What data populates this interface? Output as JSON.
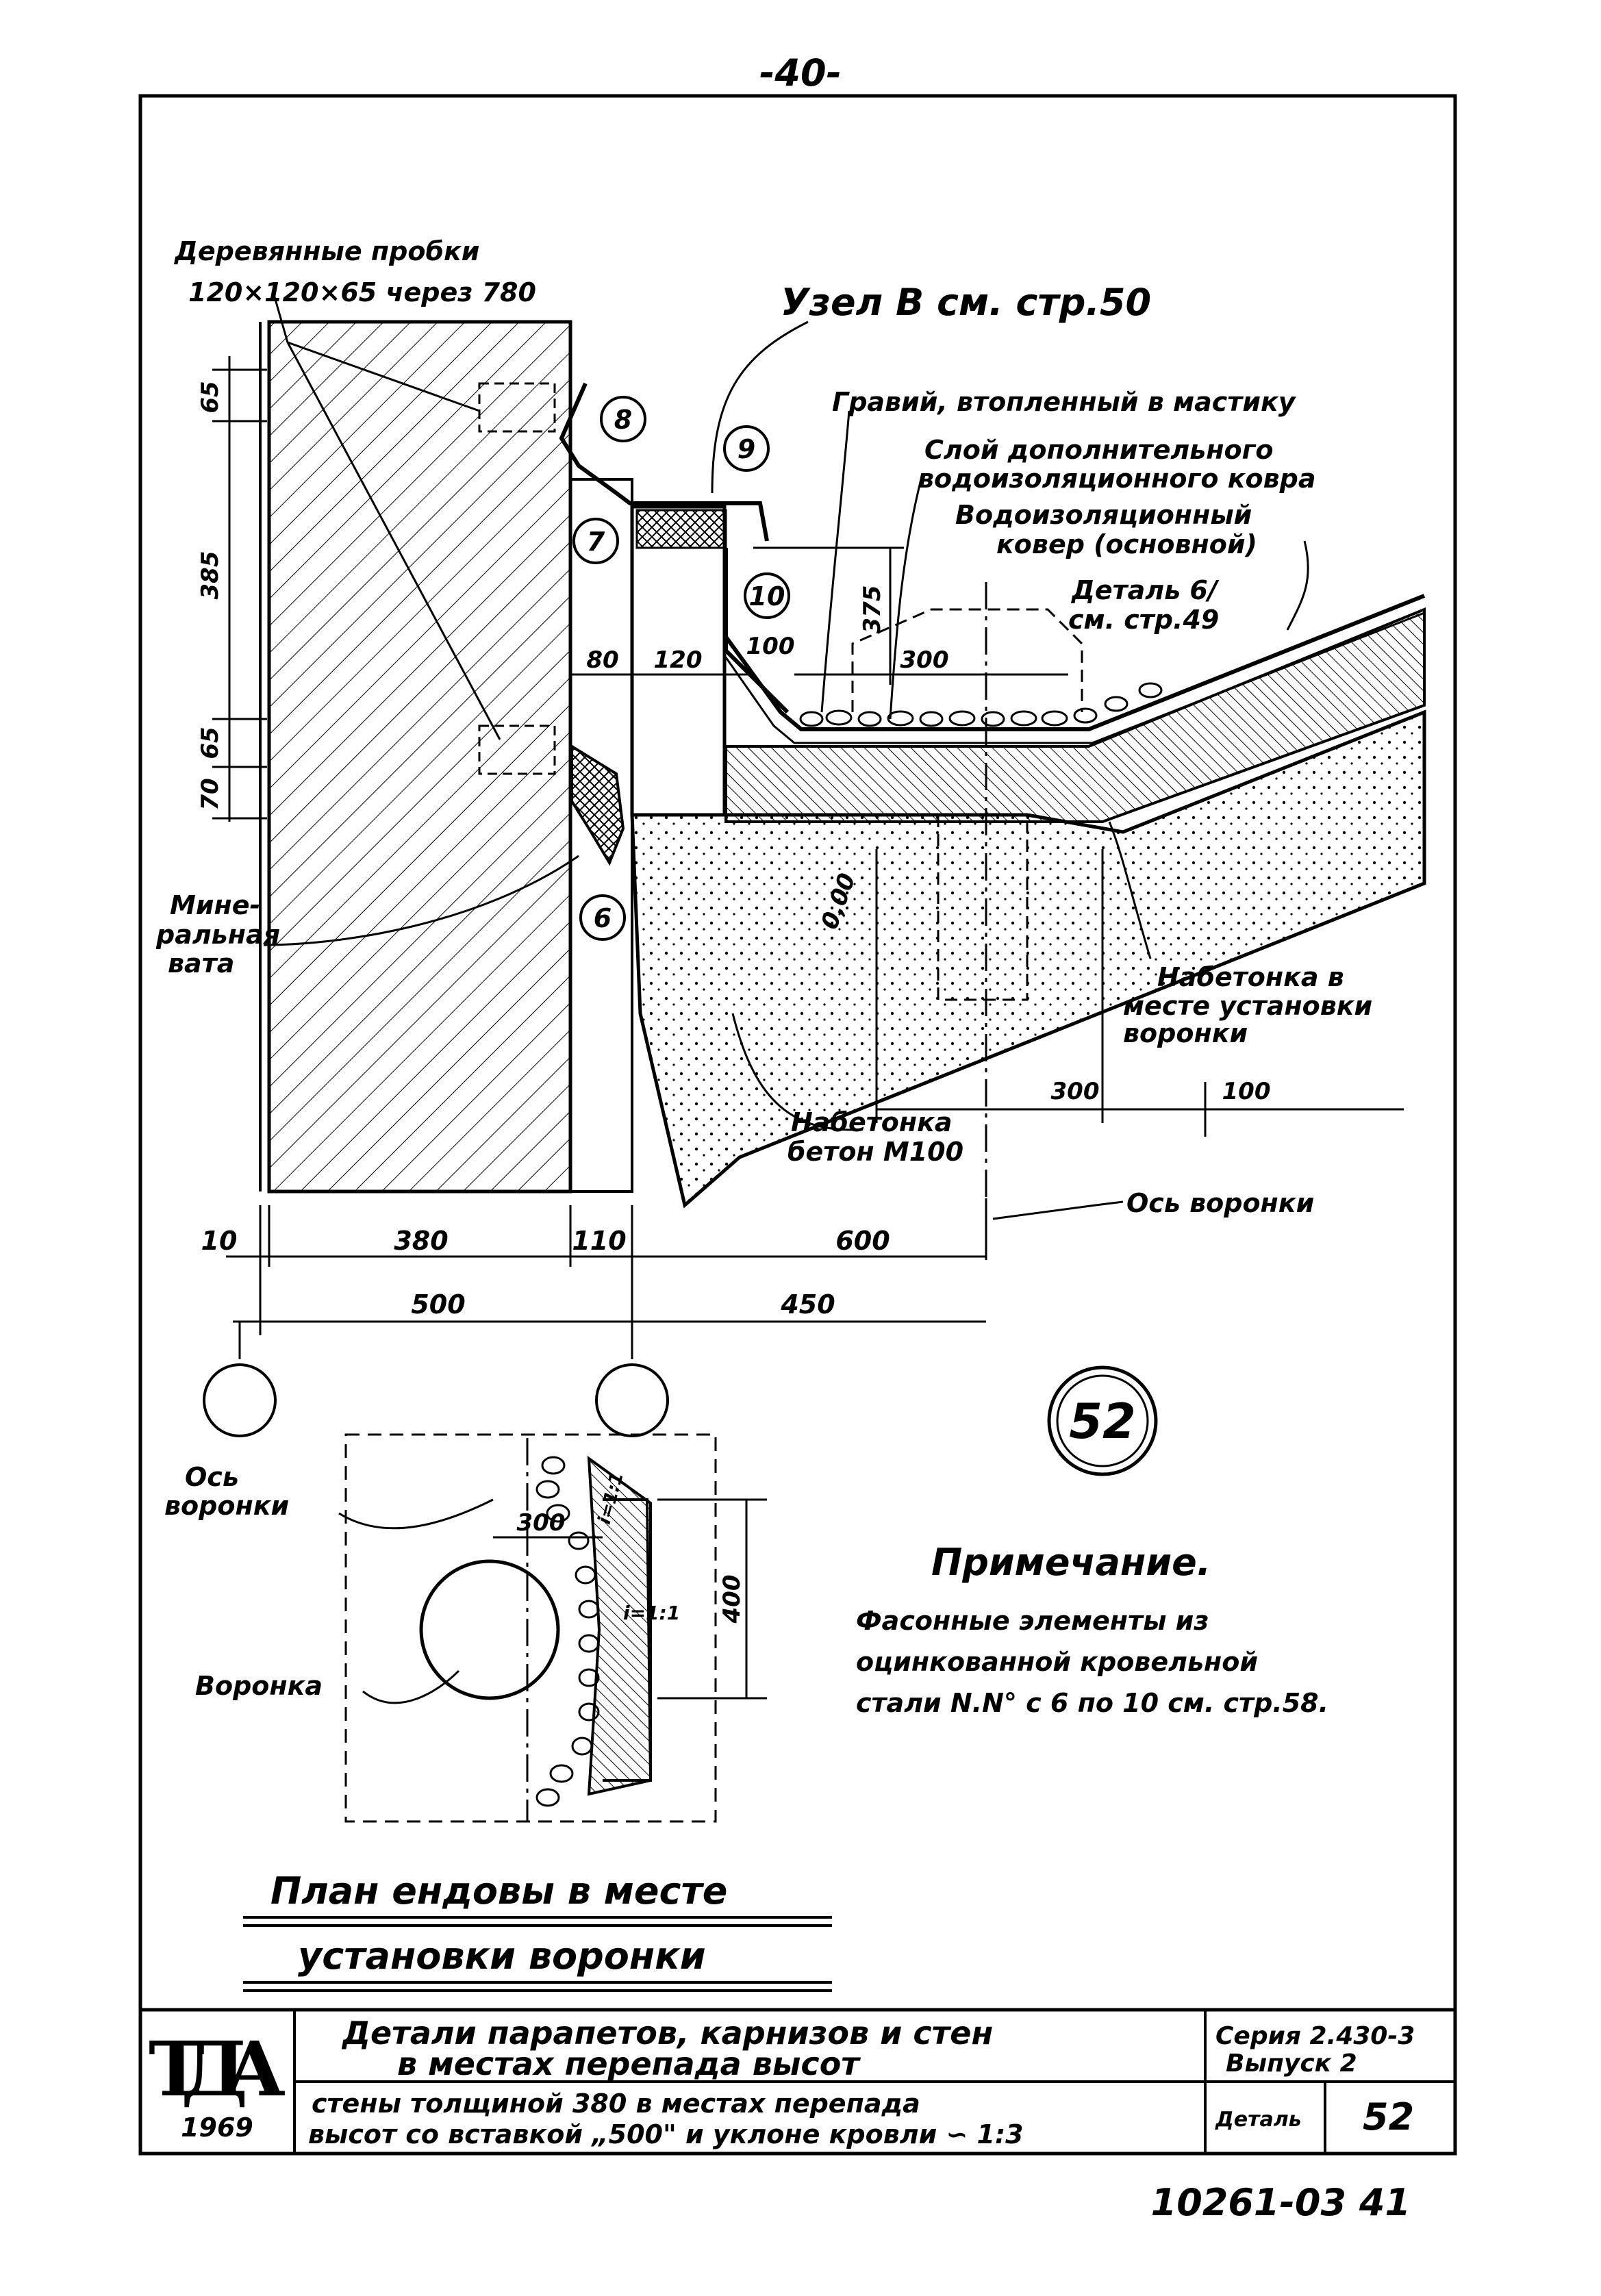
{
  "page_number": "-40-",
  "labels": {
    "wood_plugs_line1": "Деревянные пробки",
    "wood_plugs_line2": "120×120×65 через 780",
    "node_b": "Узел В см. стр.50",
    "gravel": "Гравий, втопленный в мастику",
    "extra_layer_line1": "Слой дополнительного",
    "extra_layer_line2": "водоизоляционного ковра",
    "main_carpet_line1": "Водоизоляционный",
    "main_carpet_line2": "ковер (основной)",
    "detail6_line1": "Деталь 6/",
    "detail6_line2": "см. стр.49",
    "mineral_wool_line1": "Мине-",
    "mineral_wool_line2": "ральная",
    "mineral_wool_line3": "вата",
    "concrete_funnel_line1": "Набетонка в",
    "concrete_funnel_line2": "месте установки",
    "concrete_funnel_line3": "воронки",
    "concrete_m100_line1": "Набетонка",
    "concrete_m100_line2": "бетон М100",
    "funnel_axis": "Ось воронки",
    "plan_axis_line1": "Ось",
    "plan_axis_line2": "воронки",
    "plan_funnel": "Воронка",
    "plan_title_line1": "План ендовы в месте",
    "plan_title_line2": "установки воронки",
    "detail_number": "52"
  },
  "callouts": [
    "6",
    "7",
    "8",
    "9",
    "10"
  ],
  "dimensions": {
    "d65_top": "65",
    "d385": "385",
    "d65_mid": "65",
    "d70": "70",
    "d80": "80",
    "d120": "120",
    "d375": "375",
    "d100_a": "100",
    "d300_a": "300",
    "d000": "0,00",
    "d300_b": "300",
    "d100_b": "100",
    "d10": "10",
    "d380": "380",
    "d110": "110",
    "d600": "600",
    "d500": "500",
    "d450": "450",
    "plan_300": "300",
    "plan_400": "400",
    "plan_slope_1": "i=1:1",
    "plan_slope_2": "i=1:1"
  },
  "note": {
    "title": "Примечание.",
    "line1": "Фасонные элементы из",
    "line2": "оцинкованной кровельной",
    "line3": "стали N.N° с 6 по 10 см. стр.58."
  },
  "title_block": {
    "logo": "ТДА",
    "year": "1969",
    "title_line1": "Детали парапетов, карнизов и стен",
    "title_line2": "в местах перепада высот",
    "subtitle_line1": "стены толщиной 380 в местах перепада",
    "subtitle_line2": "высот со вставкой „500\" и уклоне кровли ∽ 1:3",
    "series_line1": "Серия 2.430-3",
    "series_line2": "Выпуск 2",
    "detail_label": "Деталь",
    "detail_value": "52"
  },
  "doc_code": "10261-03 41"
}
